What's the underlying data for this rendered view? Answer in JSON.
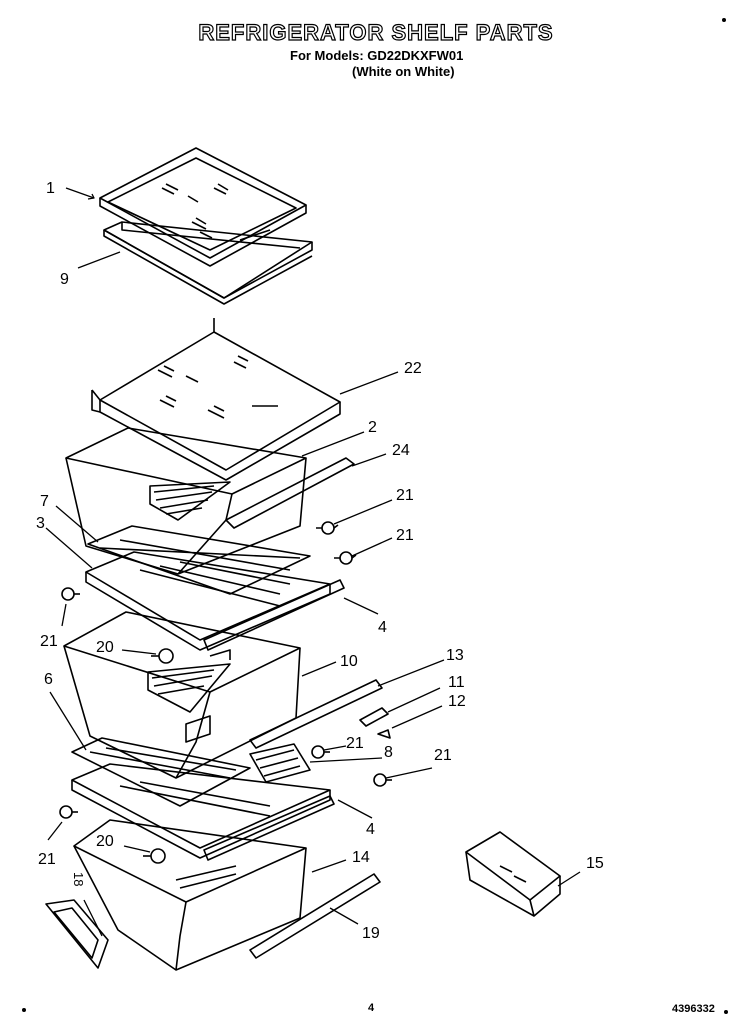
{
  "header": {
    "title": "REFRIGERATOR SHELF PARTS",
    "models_line": "For Models: GD22DKXFW01",
    "color_line": "(White on White)"
  },
  "footer": {
    "page": "4",
    "doc_number": "4396332"
  },
  "callouts": {
    "c1": "1",
    "c9": "9",
    "c22": "22",
    "c2": "2",
    "c24": "24",
    "c21a": "21",
    "c7": "7",
    "c3": "3",
    "c21b": "21",
    "c21c": "21",
    "c4a": "4",
    "c20a": "20",
    "c10": "10",
    "c13": "13",
    "c6": "6",
    "c11": "11",
    "c12": "12",
    "c21d": "21",
    "c8": "8",
    "c21e": "21",
    "c4b": "4",
    "c21f": "21",
    "c20b": "20",
    "c14": "14",
    "c15": "15",
    "c18": "18",
    "c19": "19"
  }
}
